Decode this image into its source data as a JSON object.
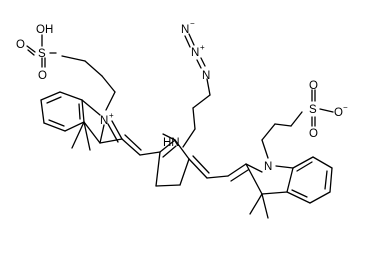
{
  "atoms": {
    "left_oh": "OH",
    "left_s": "S",
    "left_o_top": "O",
    "left_o_bottom": "O",
    "left_n": "N",
    "left_n_charge": "+",
    "azide_n1": "N",
    "azide_n1_charge": "−",
    "azide_n2": "N",
    "azide_n2_charge": "+",
    "azide_n3": "N",
    "amine": "HN",
    "right_n": "N",
    "right_s": "S",
    "right_o_top": "O",
    "right_o_bottom": "O",
    "right_o_minus": "O",
    "right_o_minus_charge": "−"
  }
}
